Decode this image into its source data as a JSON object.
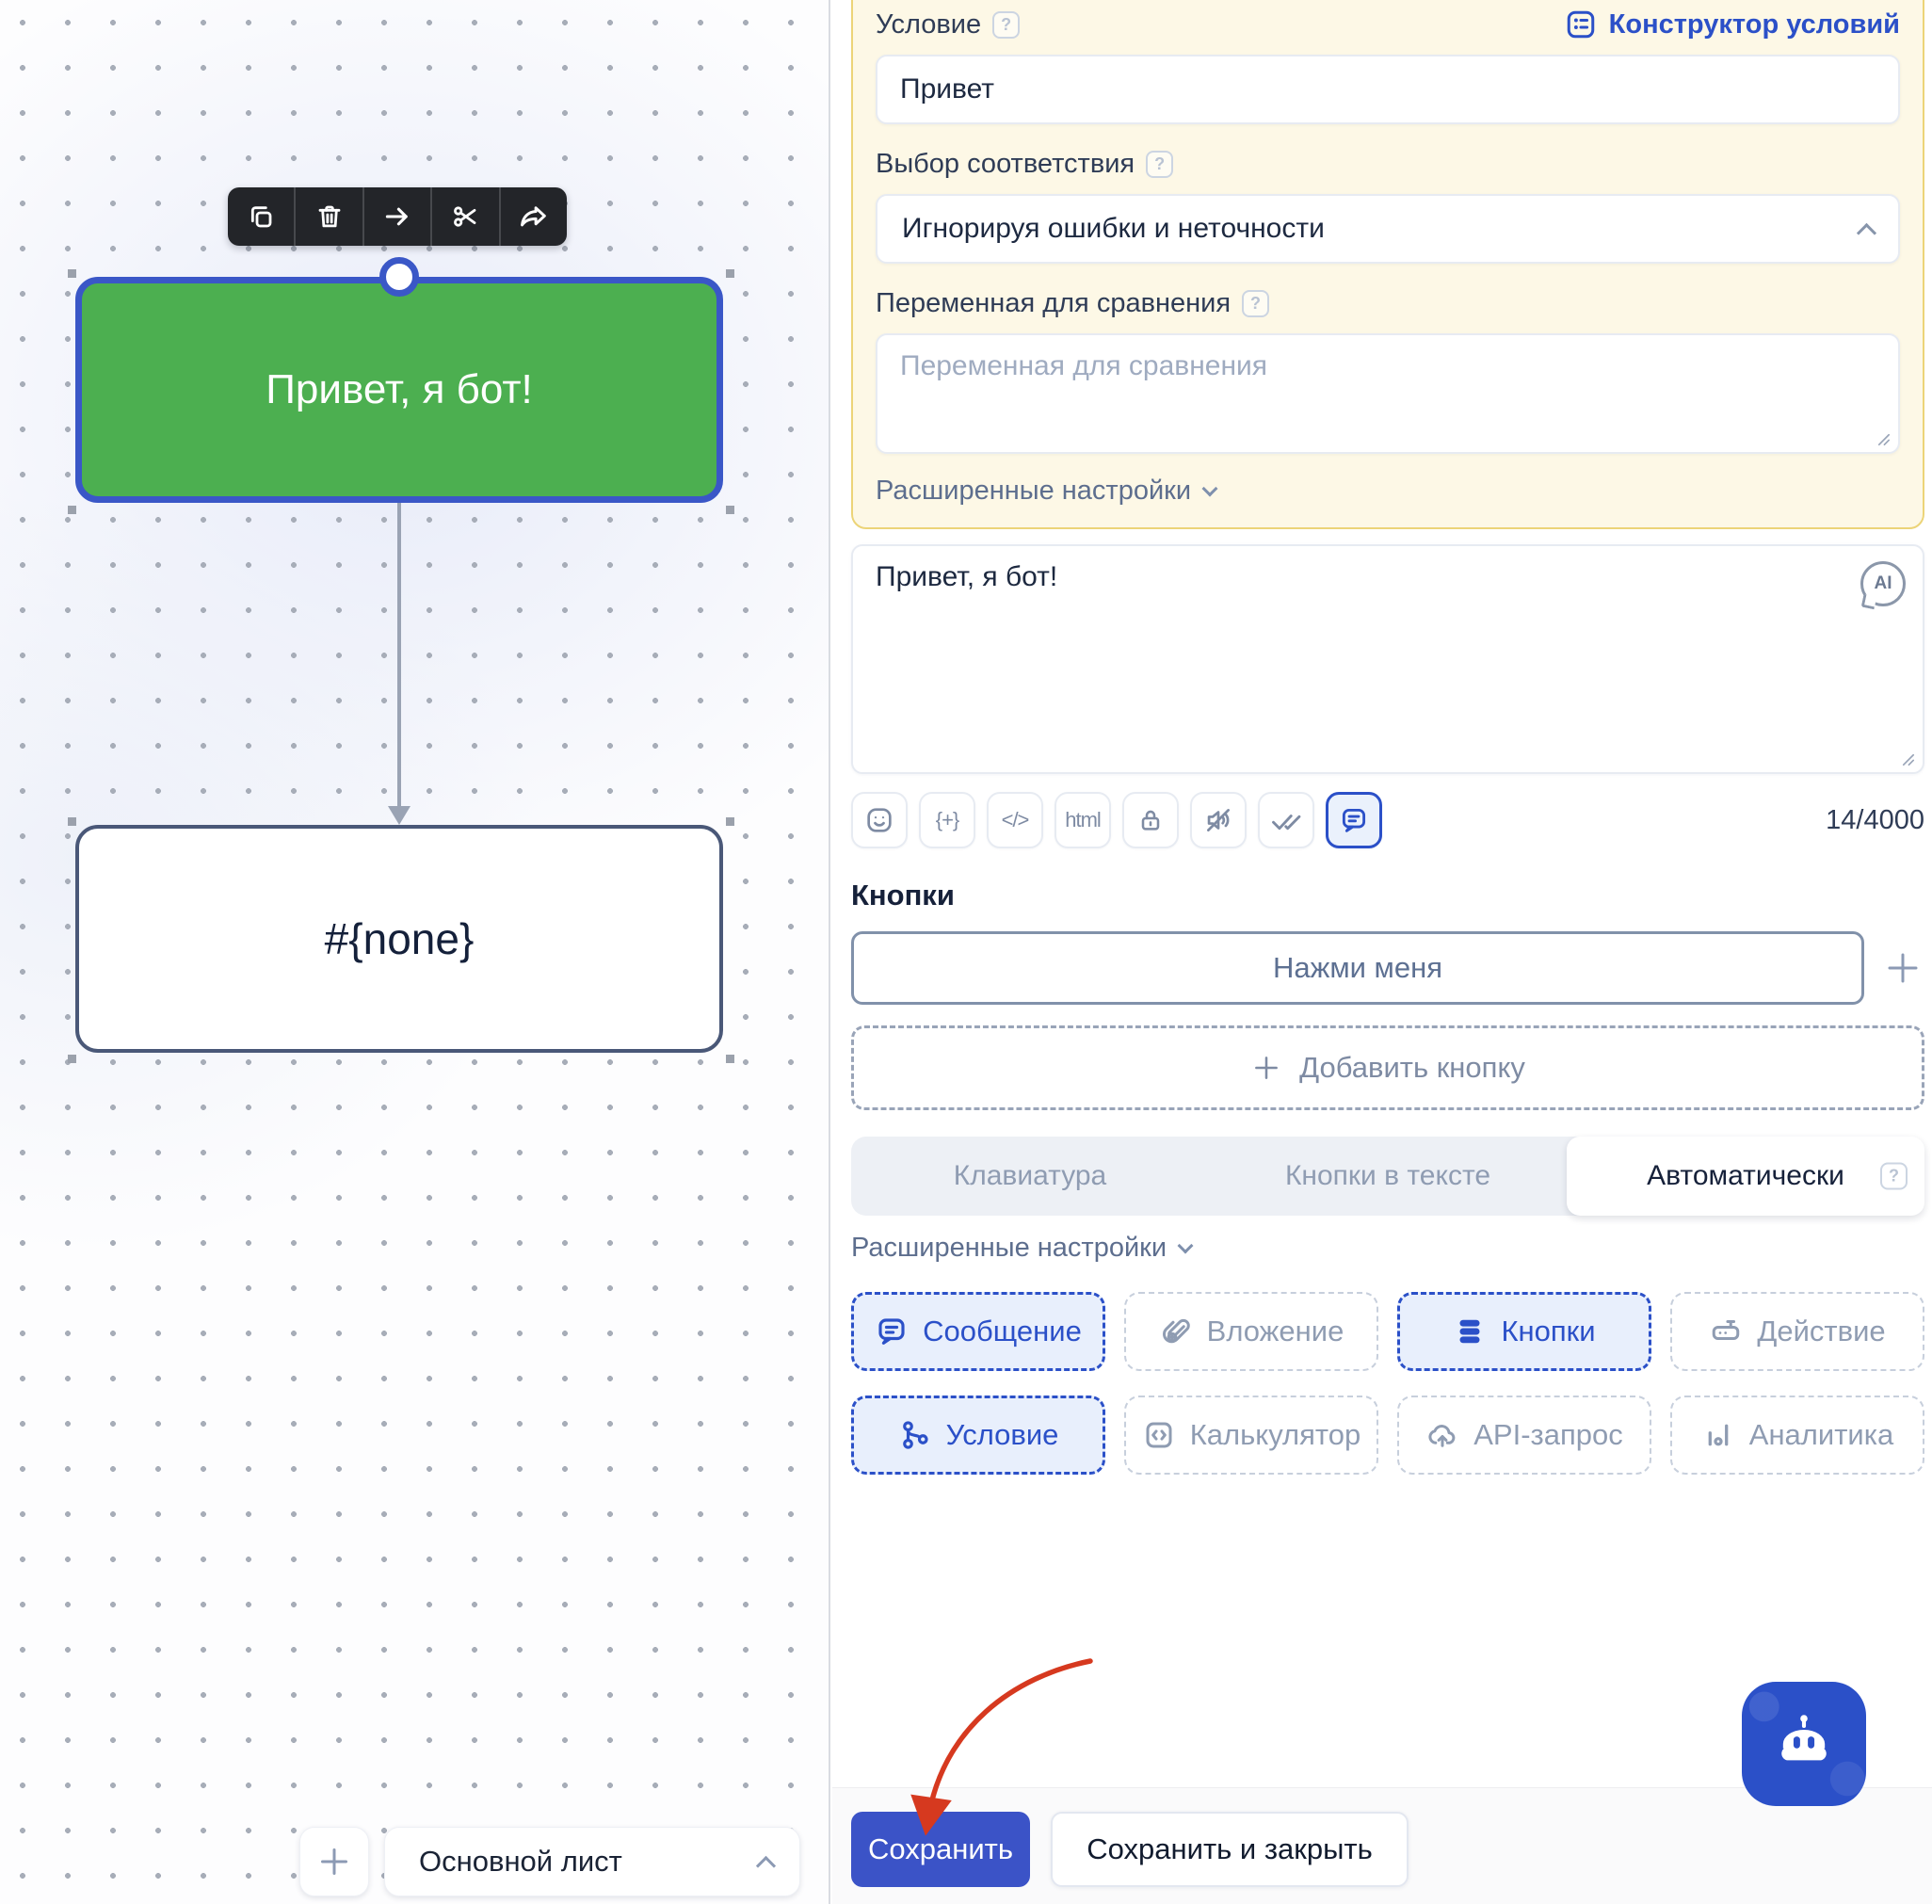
{
  "ui": {
    "help_glyph": "?"
  },
  "colors": {
    "accent_blue": "#2b50c8",
    "node_green": "#4caf50",
    "selection_blue": "#3a57c7",
    "warning_bg": "#fdf8e6",
    "warning_border": "#ecd478",
    "save_button_blue": "#3b53c7",
    "annotation_red": "#d6391f"
  },
  "canvas": {
    "start_node": {
      "text": "Привет, я бот!"
    },
    "target_node": {
      "text": "#{none}"
    },
    "sheet_select": {
      "value": "Основной лист"
    }
  },
  "panel": {
    "condition": {
      "label": "Условие",
      "builder_link": "Конструктор условий",
      "value": "Привет",
      "match_label": "Выбор соответствия",
      "match_value": "Игнорируя ошибки и неточности",
      "variable_label": "Переменная для сравнения",
      "variable_placeholder": "Переменная для сравнения",
      "advanced": "Расширенные настройки"
    },
    "message": {
      "value": "Привет, я бот!",
      "ai_label": "AI",
      "counter": "14/4000",
      "glyphs": {
        "variable": "{+}",
        "code": "</>",
        "html": "html"
      }
    },
    "buttons": {
      "title": "Кнопки",
      "button_text": "Нажми меня",
      "add_label": "Добавить кнопку",
      "tabs": [
        {
          "label": "Клавиатура",
          "active": false
        },
        {
          "label": "Кнопки в тексте",
          "active": false
        },
        {
          "label": "Автоматически",
          "active": true
        }
      ],
      "advanced": "Расширенные настройки"
    },
    "blocks": [
      {
        "label": "Сообщение",
        "active": true
      },
      {
        "label": "Вложение",
        "active": false
      },
      {
        "label": "Кнопки",
        "active": true
      },
      {
        "label": "Действие",
        "active": false
      },
      {
        "label": "Условие",
        "active": true
      },
      {
        "label": "Калькулятор",
        "active": false
      },
      {
        "label": "API-запрос",
        "active": false
      },
      {
        "label": "Аналитика",
        "active": false
      }
    ],
    "footer": {
      "save": "Сохранить",
      "save_close": "Сохранить и закрыть"
    }
  }
}
